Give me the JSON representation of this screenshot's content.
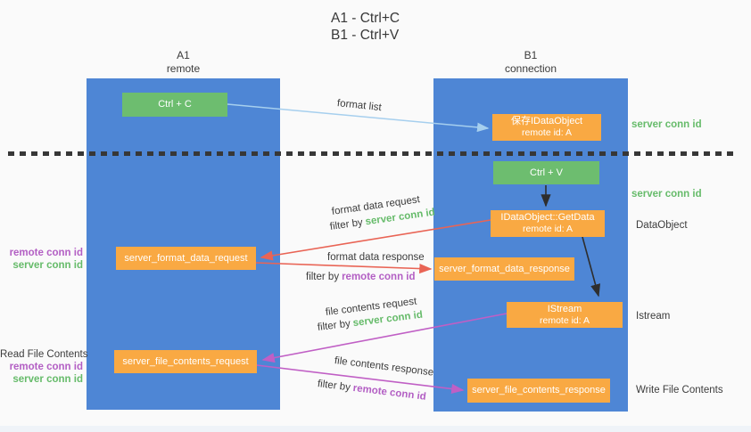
{
  "title": {
    "line1": "A1 - Ctrl+C",
    "line2": "B1 - Ctrl+V"
  },
  "lifelines": {
    "left": {
      "name": "A1",
      "role": "remote"
    },
    "right": {
      "name": "B1",
      "role": "connection"
    }
  },
  "nodes": {
    "ctrl_c": "Ctrl + C",
    "ctrl_v": "Ctrl + V",
    "save_idataobject": {
      "line1": "保存IDataObject",
      "line2": "remote id: A"
    },
    "idataobject_getdata": {
      "line1": "IDataObject::GetData",
      "line2": "remote id: A"
    },
    "istream": {
      "line1": "IStream",
      "line2": "remote id: A"
    },
    "server_format_data_request": "server_format_data_request",
    "server_format_data_response": "server_format_data_response",
    "server_file_contents_request": "server_file_contents_request",
    "server_file_contents_response": "server_file_contents_response"
  },
  "flow_labels": {
    "format_list": "format list",
    "format_data_request": "format data request",
    "format_data_response": "format data response",
    "file_contents_request": "file contents request",
    "file_contents_response": "file contents response",
    "filter_by": "filter by",
    "server_conn_id": "server conn id",
    "remote_conn_id": "remote conn id"
  },
  "side_labels": {
    "left_format": {
      "remote_conn_id": "remote conn id",
      "server_conn_id": "server conn id"
    },
    "left_file": {
      "title": "Read File Contents",
      "remote_conn_id": "remote conn id",
      "server_conn_id": "server conn id"
    },
    "right": {
      "server_conn_id_top": "server conn id",
      "server_conn_id_mid": "server conn id",
      "dataobject": "DataObject",
      "istream": "Istream",
      "write_file_contents": "Write File Contents"
    }
  },
  "colors": {
    "lifeline_blue": "#4e86d5",
    "node_green": "#6dbd6f",
    "node_orange": "#f9a943",
    "arrow_lightblue": "#a6cfee",
    "arrow_red": "#e96455",
    "arrow_magenta": "#c05fc5",
    "arrow_black": "#2e2e2e",
    "text_green": "#66bb6a",
    "text_purple": "#b35fc4",
    "text_dark": "#3c3c3c",
    "background": "#fafafa"
  }
}
